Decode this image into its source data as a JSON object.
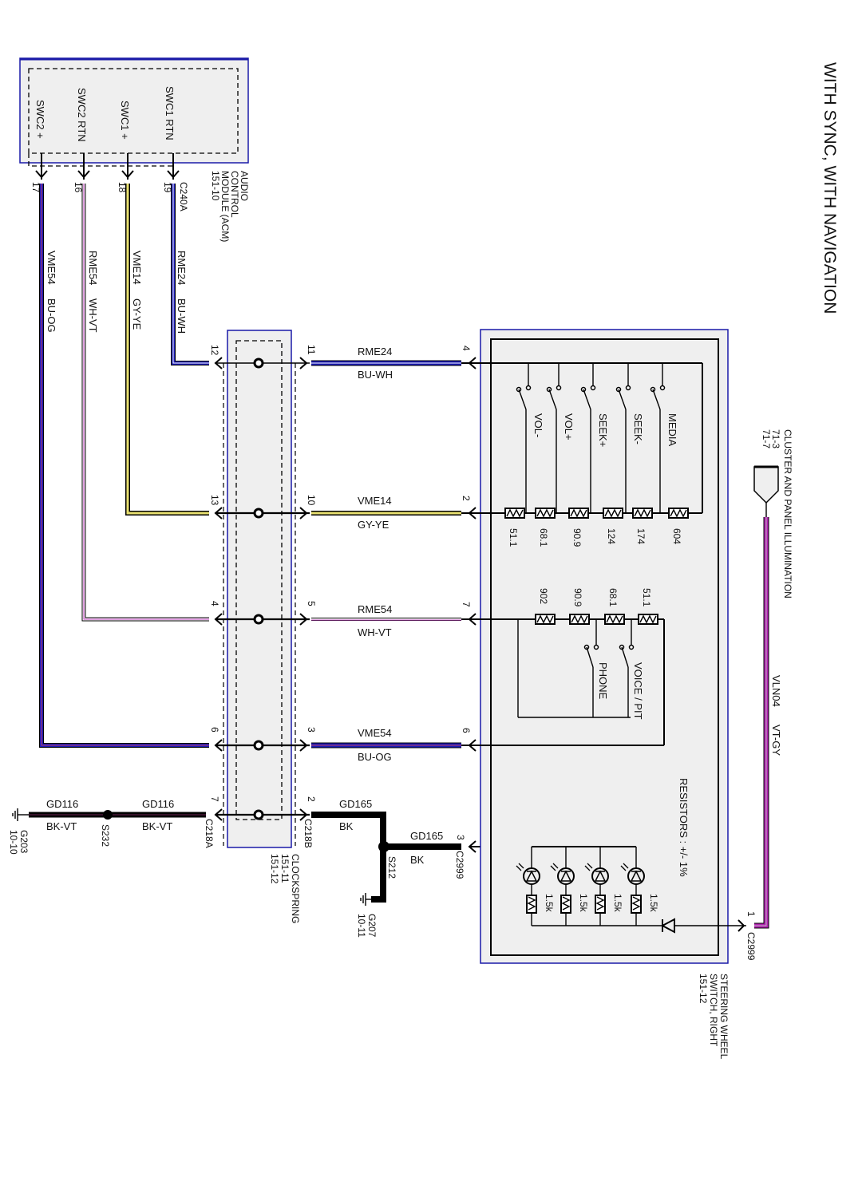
{
  "title": "WITH SYNC, WITH NAVIGATION",
  "acm": {
    "name_lines": [
      "AUDIO",
      "CONTROL",
      "MODULE (ACM)",
      "151-10"
    ],
    "connector": "C240A",
    "pins": [
      {
        "label": "SWC2 +",
        "pin": "17",
        "circuit": "VME54",
        "color": "BU-OG"
      },
      {
        "label": "SWC2 RTN",
        "pin": "16",
        "circuit": "RME54",
        "color": "WH-VT"
      },
      {
        "label": "SWC1 +",
        "pin": "18",
        "circuit": "VME14",
        "color": "GY-YE"
      },
      {
        "label": "SWC1 RTN",
        "pin": "19",
        "circuit": "RME24",
        "color": "BU-WH"
      }
    ]
  },
  "clockspring": {
    "name_lines": [
      "CLOCKSPRING",
      "151-11",
      "151-12"
    ],
    "connector_a": "C218A",
    "connector_b": "C218B",
    "rows": [
      {
        "pin_a": "12",
        "pin_b": "11",
        "circuit": "RME24",
        "color": "BU-WH",
        "pin_sw": "4"
      },
      {
        "pin_a": "13",
        "pin_b": "10",
        "circuit": "VME14",
        "color": "GY-YE",
        "pin_sw": "2"
      },
      {
        "pin_a": "4",
        "pin_b": "5",
        "circuit": "RME54",
        "color": "WH-VT",
        "pin_sw": "7"
      },
      {
        "pin_a": "6",
        "pin_b": "3",
        "circuit": "VME54",
        "color": "BU-OG",
        "pin_sw": "6"
      },
      {
        "pin_a": "7",
        "pin_b": "2"
      }
    ]
  },
  "ground": {
    "left_circuit": "GD116",
    "left_color": "BK-VT",
    "splice_left": "S232",
    "ground_left": [
      "G203",
      "10-10"
    ],
    "right_circuit": "GD165",
    "right_color": "BK",
    "splice_right": "S212",
    "ground_right": [
      "G207",
      "10-11"
    ],
    "sw_pin": "3",
    "sw_connector": "C2999"
  },
  "switch": {
    "name_lines": [
      "STEERING WHEEL",
      "SWITCH, RIGHT",
      "151-12"
    ],
    "group1_switches": [
      "VOL-",
      "VOL+",
      "SEEK+",
      "SEEK-",
      "MEDIA"
    ],
    "group1_resistors": [
      "51.1",
      "68.1",
      "90.9",
      "124",
      "174",
      "604"
    ],
    "group2_resistors": [
      "902",
      "90.9",
      "68.1",
      "51.1"
    ],
    "group2_switches": [
      "PHONE",
      "VOICE / PIT"
    ],
    "tolerance_note": "RESISTORS : +/- 1%",
    "led_resistors": [
      "1.5k",
      "1.5k",
      "1.5k",
      "1.5k"
    ],
    "illum_pin": "1",
    "illum_connector": "C2999"
  },
  "illumination": {
    "name": "CLUSTER AND PANEL ILLUMINATION",
    "refs": [
      "71-3",
      "71-7"
    ],
    "circuit": "VLN04",
    "color": "VT-GY"
  },
  "wire_colors": {
    "blue": "#1a1ab4",
    "white": "#ffffff",
    "violet": "#c040c0",
    "yellow": "#e8e070",
    "orange_stripe": "#c0406a",
    "black": "#000000",
    "magenta": "#b020b0",
    "gray": "#bcbcbc"
  }
}
